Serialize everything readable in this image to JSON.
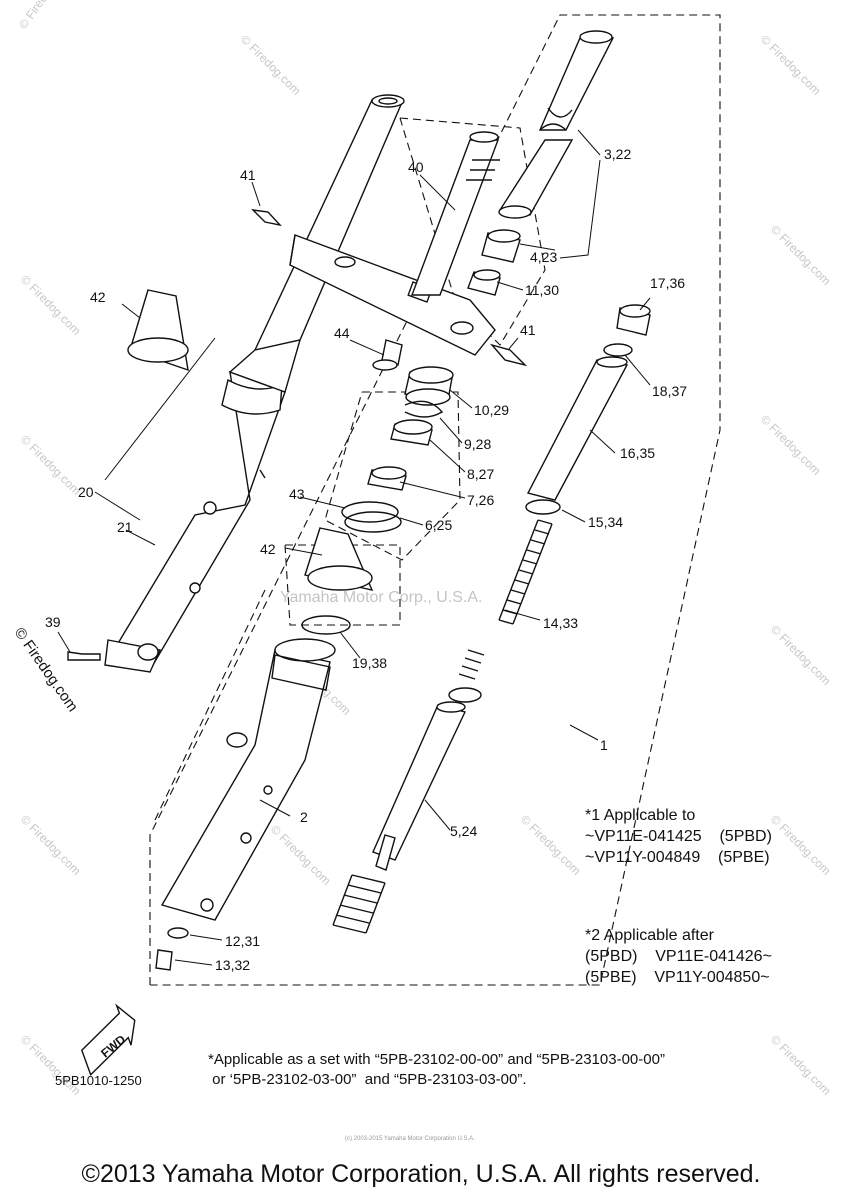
{
  "callouts": [
    {
      "id": "41a",
      "text": "41"
    },
    {
      "id": "40",
      "text": "40"
    },
    {
      "id": "3_22",
      "text": "3,22"
    },
    {
      "id": "42a",
      "text": "42"
    },
    {
      "id": "4_23",
      "text": "4,23"
    },
    {
      "id": "11_30",
      "text": "11,30"
    },
    {
      "id": "17_36",
      "text": "17,36"
    },
    {
      "id": "44",
      "text": "44"
    },
    {
      "id": "41b",
      "text": "41"
    },
    {
      "id": "18_37",
      "text": "18,37"
    },
    {
      "id": "10_29",
      "text": "10,29"
    },
    {
      "id": "9_28",
      "text": "9,28"
    },
    {
      "id": "16_35",
      "text": "16,35"
    },
    {
      "id": "8_27",
      "text": "8,27"
    },
    {
      "id": "20",
      "text": "20"
    },
    {
      "id": "7_26",
      "text": "7,26"
    },
    {
      "id": "43",
      "text": "43"
    },
    {
      "id": "21",
      "text": "21"
    },
    {
      "id": "15_34",
      "text": "15,34"
    },
    {
      "id": "6_25",
      "text": "6,25"
    },
    {
      "id": "42b",
      "text": "42"
    },
    {
      "id": "14_33",
      "text": "14,33"
    },
    {
      "id": "39",
      "text": "39"
    },
    {
      "id": "19_38",
      "text": "19,38"
    },
    {
      "id": "1",
      "text": "1"
    },
    {
      "id": "2",
      "text": "2"
    },
    {
      "id": "5_24",
      "text": "5,24"
    },
    {
      "id": "12_31",
      "text": "12,31"
    },
    {
      "id": "13_32",
      "text": "13,32"
    }
  ],
  "notes": {
    "applicable_to": [
      "*1 Applicable to",
      "~VP11E-041425    (5PBD)",
      "~VP11Y-004849    (5PBE)"
    ],
    "applicable_after": [
      "*2 Applicable after",
      "(5PBD)    VP11E-041426~",
      "(5PBE)    VP11Y-004850~"
    ],
    "set_note": [
      "*Applicable as a set with “5PB-23102-00-00” and “5PB-23103-00-00”",
      " or ‘5PB-23102-03-00”  and “5PB-23103-03-00”."
    ]
  },
  "fwd_label": "FWD",
  "diagram_code": "5PB1010-1250",
  "center_watermark": "Yamaha Motor Corp., U.S.A.",
  "firedog_watermark": "© Firedog.com",
  "tiny_copyright": "(c) 2003-2015 Yamaha Motor Corporation U.S.A.",
  "copyright": "©2013 Yamaha Motor Corporation, U.S.A. All rights reserved.",
  "colors": {
    "line": "#111111",
    "watermark": "#c8c8c8",
    "background": "#ffffff"
  }
}
